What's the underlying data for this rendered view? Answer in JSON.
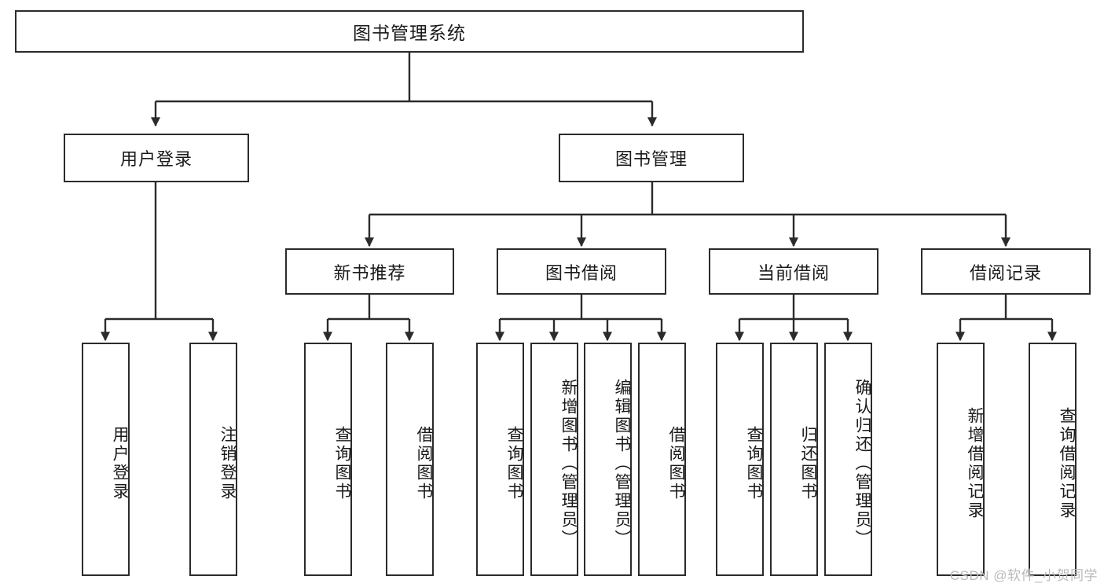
{
  "diagram": {
    "title": "图书管理系统",
    "type": "tree-hierarchy",
    "watermark": "CSDN @软件_小贺同学",
    "colors": {
      "background": "#ffffff",
      "box_border": "#2b2b2b",
      "box_fill": "#ffffff",
      "edge": "#2b2b2b",
      "text": "#1a1a1a",
      "watermark": "#b9b9b9"
    },
    "root": {
      "label": "图书管理系统"
    },
    "level1": [
      {
        "label": "用户登录"
      },
      {
        "label": "图书管理"
      }
    ],
    "level2": [
      {
        "label": "新书推荐"
      },
      {
        "label": "图书借阅"
      },
      {
        "label": "当前借阅"
      },
      {
        "label": "借阅记录"
      }
    ],
    "leaves": {
      "user_login": [
        {
          "label": "用户登录"
        },
        {
          "label": "注销登录"
        }
      ],
      "new_book_recommend": [
        {
          "label": "查询图书"
        },
        {
          "label": "借阅图书"
        }
      ],
      "book_borrow": [
        {
          "label": "查询图书"
        },
        {
          "label": "新增图书（管理员）"
        },
        {
          "label": "编辑图书（管理员）"
        },
        {
          "label": "借阅图书"
        }
      ],
      "current_borrow": [
        {
          "label": "查询图书"
        },
        {
          "label": "归还图书"
        },
        {
          "label": "确认归还（管理员）"
        }
      ],
      "borrow_record": [
        {
          "label": "新增借阅记录"
        },
        {
          "label": "查询借阅记录"
        }
      ]
    }
  }
}
